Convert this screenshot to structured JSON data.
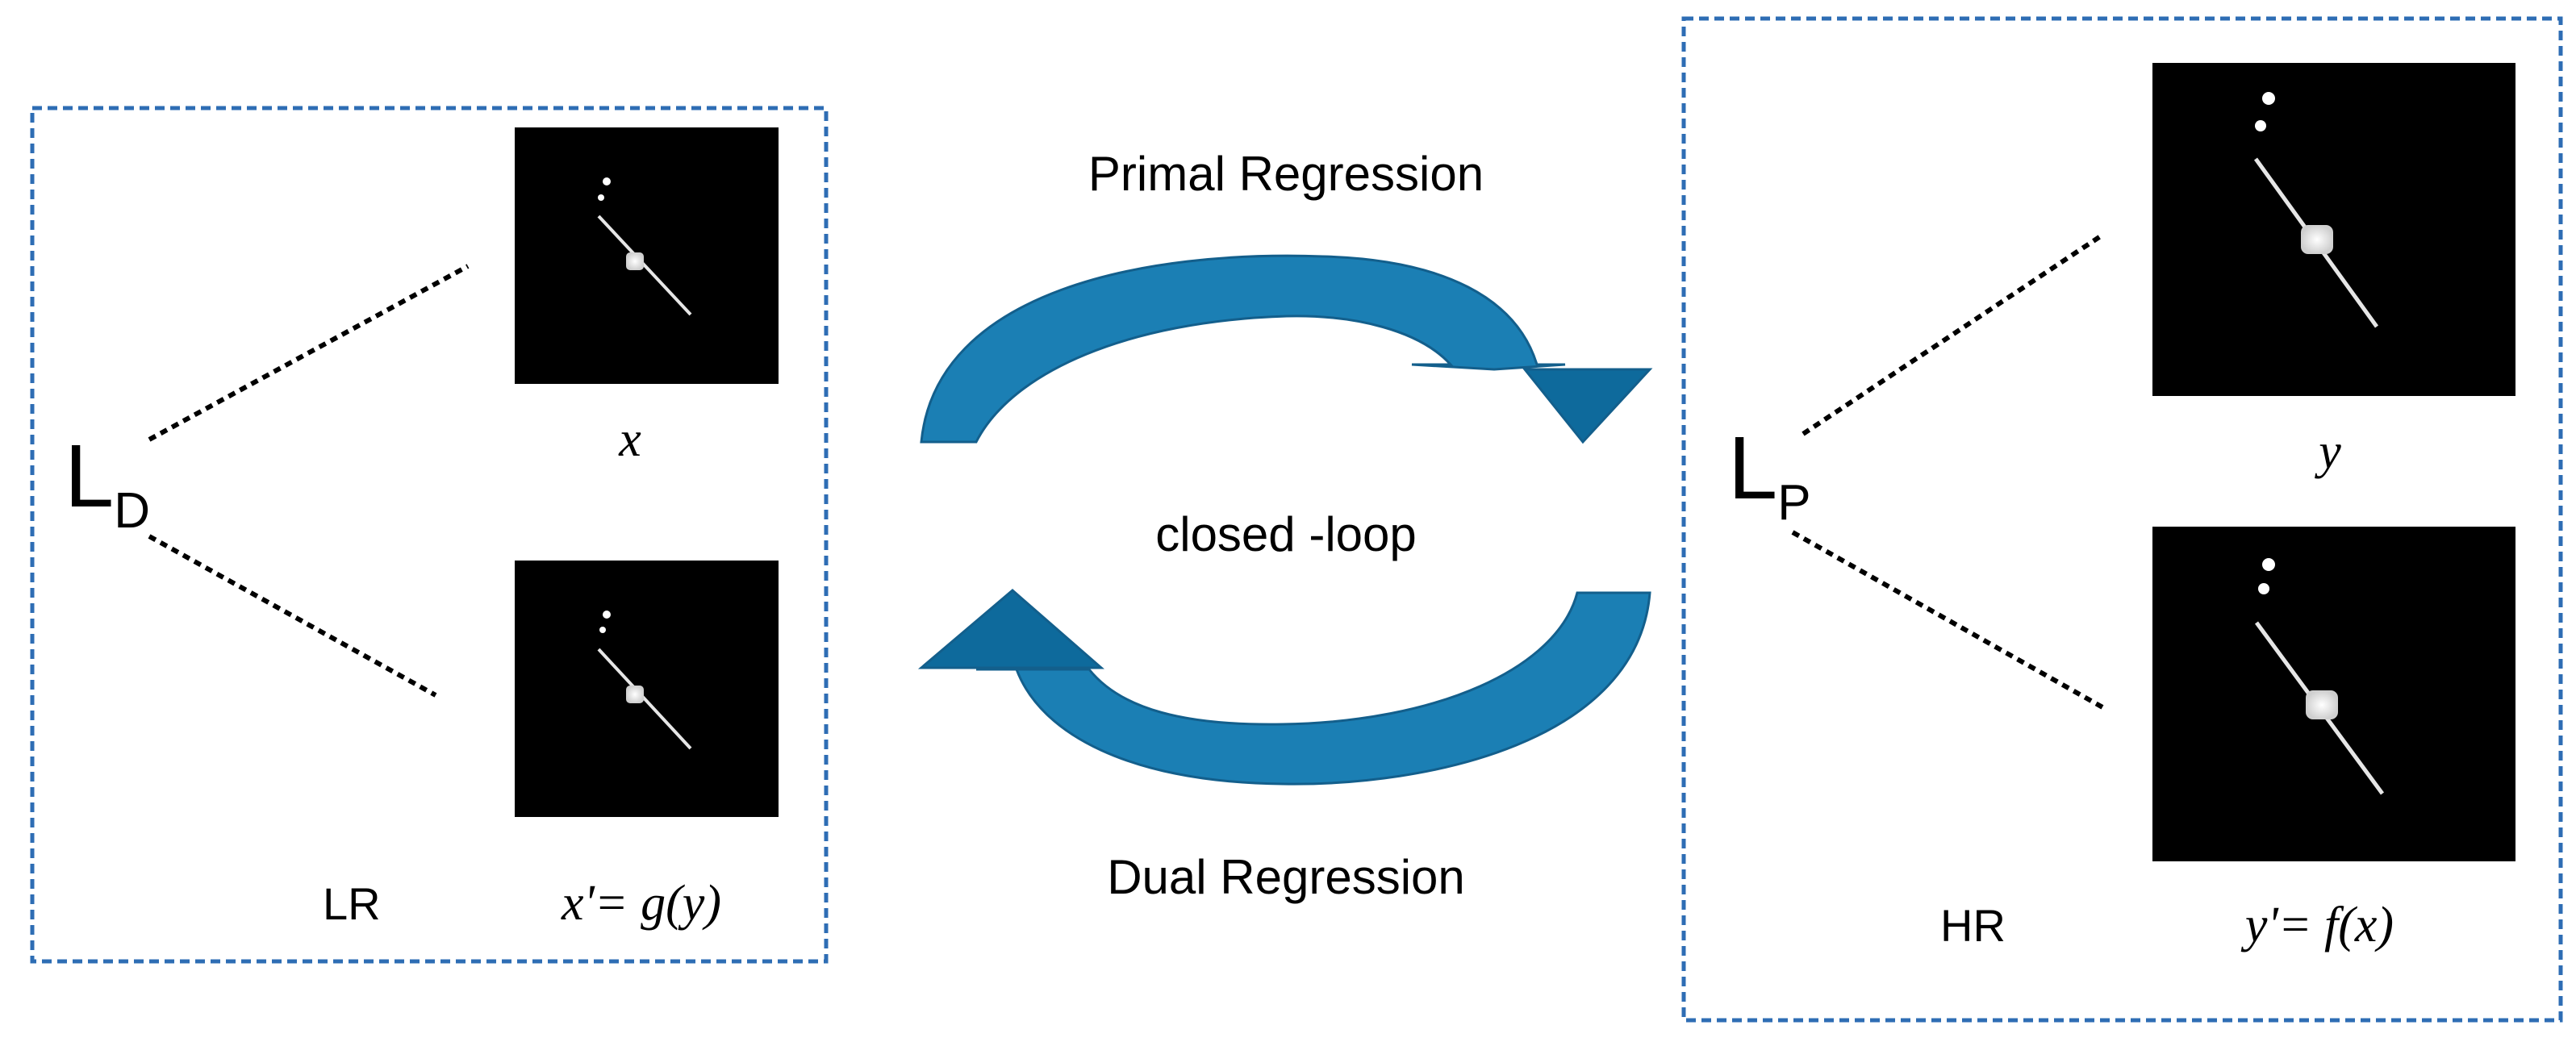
{
  "left_panel": {
    "loss_main": "L",
    "loss_sub": "D",
    "top_caption": "x",
    "bottom_caption": "x'= g(y)",
    "resolution_label": "LR"
  },
  "right_panel": {
    "loss_main": "L",
    "loss_sub": "P",
    "top_caption": "y",
    "bottom_caption": "y'= f(x)",
    "resolution_label": "HR"
  },
  "center": {
    "primal_label": "Primal Regression",
    "loop_label": "closed -loop",
    "dual_label": "Dual Regression"
  },
  "colors": {
    "box_border": "#2e6db4",
    "arrow_fill": "#1b7fb4",
    "arrow_dark": "#0e6a9c",
    "thumb_bg": "#000000",
    "thumb_fg": "#ffffff"
  }
}
